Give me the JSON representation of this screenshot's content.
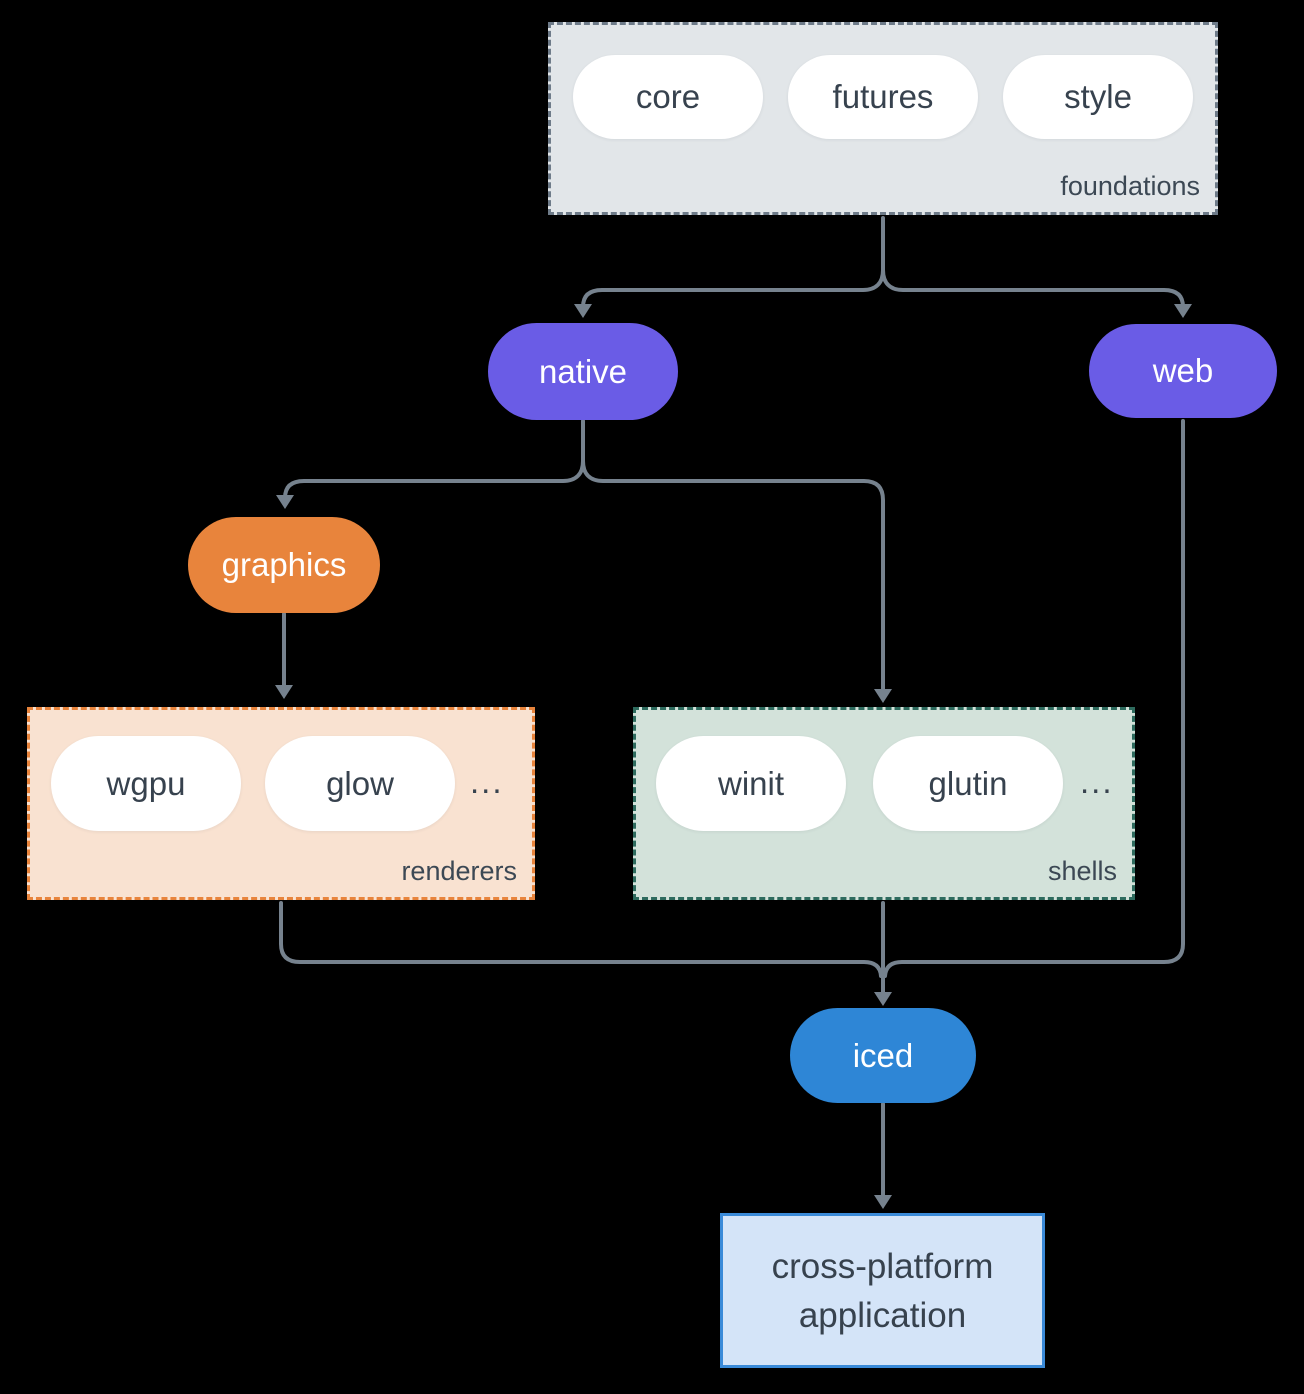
{
  "colors": {
    "canvas-bg": "#000000",
    "line": "#76828E",
    "node-text-dark": "#37424E",
    "label-text": "#3C4854",
    "pill-fill": "#FFFFFF",
    "purple": "#6A5CE6",
    "orange": "#E8843C",
    "blue": "#2E86D6",
    "foundations-fill": "#E2E6E9",
    "foundations-border": "#6E7B89",
    "renderers-fill": "#F9E2D1",
    "renderers-border": "#E8843C",
    "shells-fill": "#D3E2DA",
    "shells-border": "#2E6B5E",
    "app-fill": "#D4E4F8",
    "app-border": "#3A8AD8"
  },
  "groups": {
    "foundations": {
      "label": "foundations",
      "pills": [
        "core",
        "futures",
        "style"
      ]
    },
    "renderers": {
      "label": "renderers",
      "pills": [
        "wgpu",
        "glow"
      ],
      "more": "..."
    },
    "shells": {
      "label": "shells",
      "pills": [
        "winit",
        "glutin"
      ],
      "more": "..."
    }
  },
  "nodes": {
    "native": "native",
    "web": "web",
    "graphics": "graphics",
    "iced": "iced",
    "application": {
      "line1": "cross-platform",
      "line2": "application"
    }
  }
}
